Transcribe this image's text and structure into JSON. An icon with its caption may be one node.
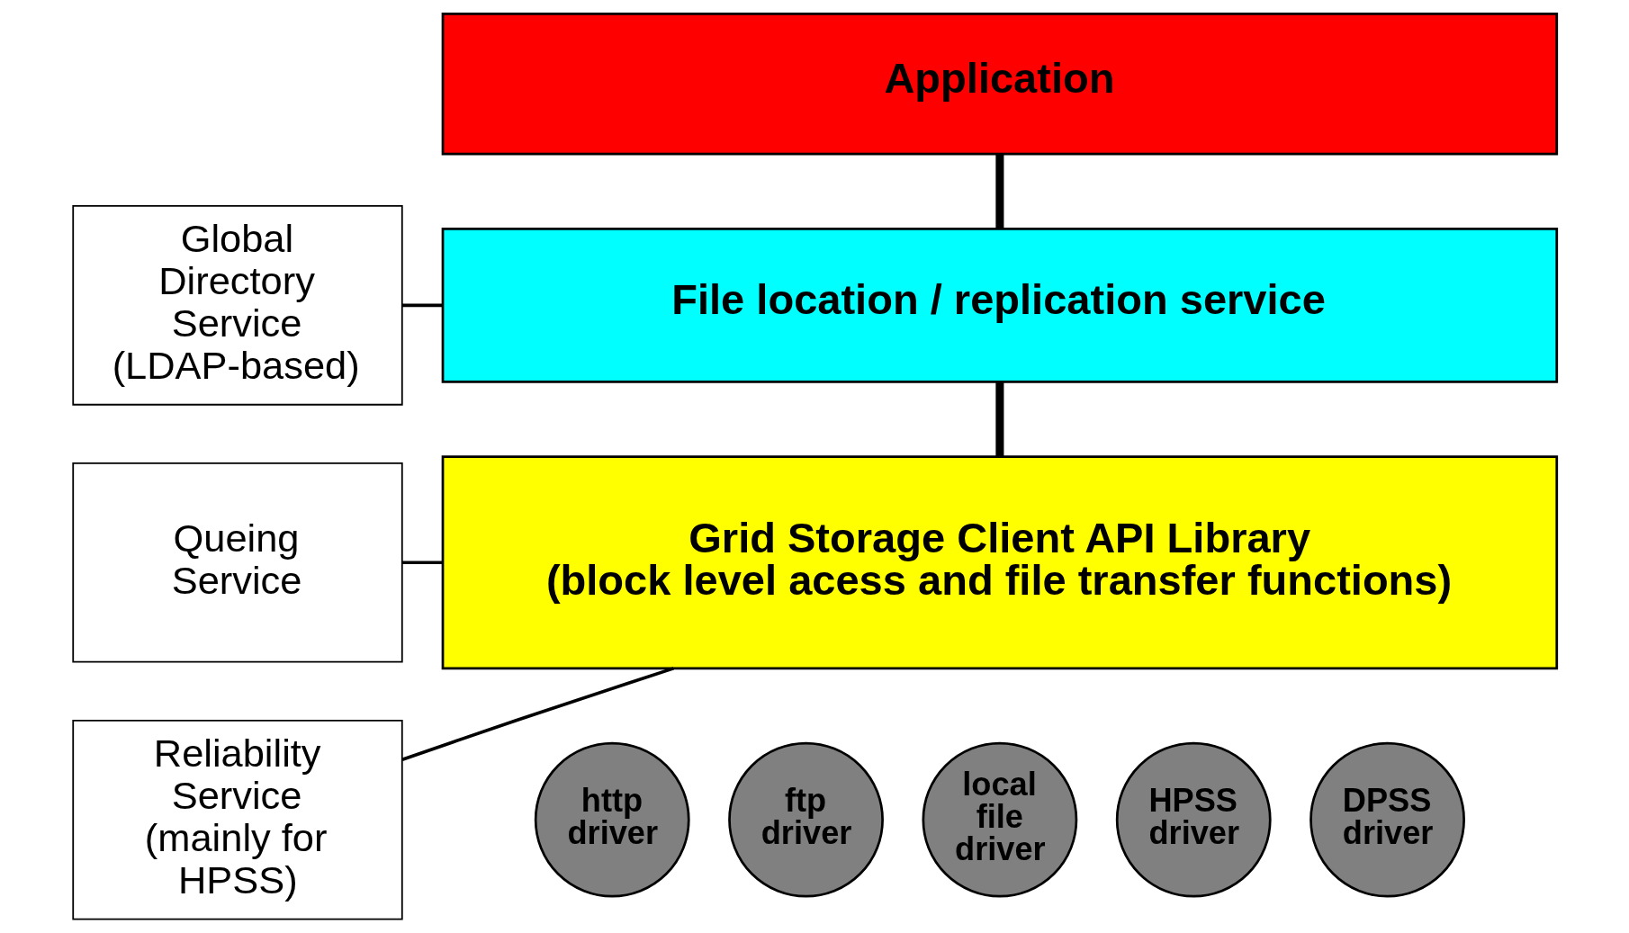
{
  "diagram": {
    "nodes": [
      {
        "text": [
          "Application"
        ]
      },
      {
        "text": [
          "File location / replication service"
        ]
      },
      {
        "text": [
          "Grid Storage Client API Library",
          "(block level acess and file transfer functions)"
        ]
      },
      {
        "text": [
          "Global Directory Service (LDAP-based)"
        ]
      },
      {
        "text": [
          "Queing Service"
        ]
      },
      {
        "text": [
          "Reliability Service (mainly for HPSS)"
        ]
      },
      {
        "text": [
          "http driver"
        ]
      },
      {
        "text": [
          "ftp driver"
        ]
      },
      {
        "text": [
          "local file driver"
        ]
      },
      {
        "text": [
          "HPSS driver"
        ]
      },
      {
        "text": [
          "DPSS driver"
        ]
      }
    ],
    "edges": [
      {
        "from": 0,
        "to": 1,
        "arrow": "none",
        "style": "thick"
      },
      {
        "from": 1,
        "to": 2,
        "arrow": "none",
        "style": "thick"
      },
      {
        "from": 3,
        "to": 1,
        "arrow": "none"
      },
      {
        "from": 4,
        "to": 2,
        "arrow": "none"
      },
      {
        "from": 5,
        "to": 2,
        "arrow": "none"
      }
    ]
  }
}
